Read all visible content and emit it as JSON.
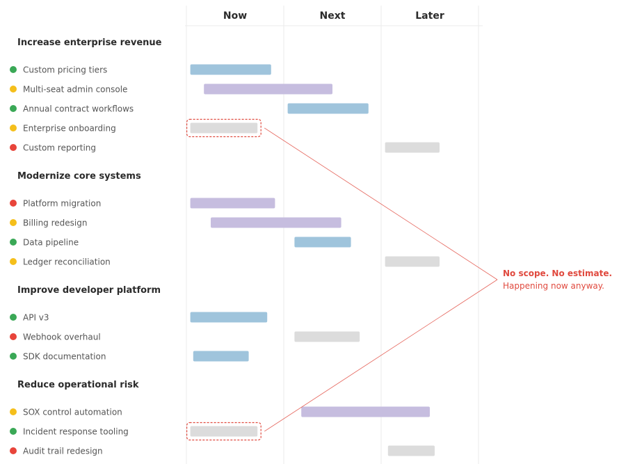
{
  "colors": {
    "status": {
      "green": "#3aa856",
      "yellow": "#f5bf1b",
      "red": "#e8443a"
    },
    "bar": {
      "blue": "#9fc4dc",
      "purple": "#c6bddf",
      "gray": "#dcdcdc"
    },
    "callout": "#e0493e",
    "grid": "#ebebeb"
  },
  "columns": [
    "Now",
    "Next",
    "Later"
  ],
  "groups": [
    {
      "title": "Increase enterprise revenue",
      "items": [
        {
          "label": "Custom pricing tiers",
          "status": "green",
          "color": "blue",
          "start": 0.04,
          "end": 0.87
        },
        {
          "label": "Multi-seat admin console",
          "status": "yellow",
          "color": "purple",
          "start": 0.18,
          "end": 1.5
        },
        {
          "label": "Annual contract workflows",
          "status": "green",
          "color": "blue",
          "start": 1.04,
          "end": 1.87
        },
        {
          "label": "Enterprise onboarding",
          "status": "yellow",
          "color": "gray",
          "start": 0.04,
          "end": 0.73,
          "flagged": true
        },
        {
          "label": "Custom reporting",
          "status": "red",
          "color": "gray",
          "start": 2.04,
          "end": 2.6
        }
      ]
    },
    {
      "title": "Modernize core systems",
      "items": [
        {
          "label": "Platform migration",
          "status": "red",
          "color": "purple",
          "start": 0.04,
          "end": 0.91
        },
        {
          "label": "Billing redesign",
          "status": "yellow",
          "color": "purple",
          "start": 0.25,
          "end": 1.59
        },
        {
          "label": "Data pipeline",
          "status": "green",
          "color": "blue",
          "start": 1.11,
          "end": 1.69
        },
        {
          "label": "Ledger reconciliation",
          "status": "yellow",
          "color": "gray",
          "start": 2.04,
          "end": 2.6
        }
      ]
    },
    {
      "title": "Improve developer platform",
      "items": [
        {
          "label": "API v3",
          "status": "green",
          "color": "blue",
          "start": 0.04,
          "end": 0.83
        },
        {
          "label": "Webhook overhaul",
          "status": "red",
          "color": "gray",
          "start": 1.11,
          "end": 1.78
        },
        {
          "label": "SDK documentation",
          "status": "green",
          "color": "blue",
          "start": 0.07,
          "end": 0.64
        }
      ]
    },
    {
      "title": "Reduce operational risk",
      "items": [
        {
          "label": "SOX control automation",
          "status": "yellow",
          "color": "purple",
          "start": 1.18,
          "end": 2.5
        },
        {
          "label": "Incident response tooling",
          "status": "green",
          "color": "gray",
          "start": 0.04,
          "end": 0.73,
          "flagged": true
        },
        {
          "label": "Audit trail redesign",
          "status": "red",
          "color": "gray",
          "start": 2.07,
          "end": 2.55
        }
      ]
    }
  ],
  "callout": {
    "line1": "No scope. No estimate.",
    "line2": "Happening now anyway."
  }
}
